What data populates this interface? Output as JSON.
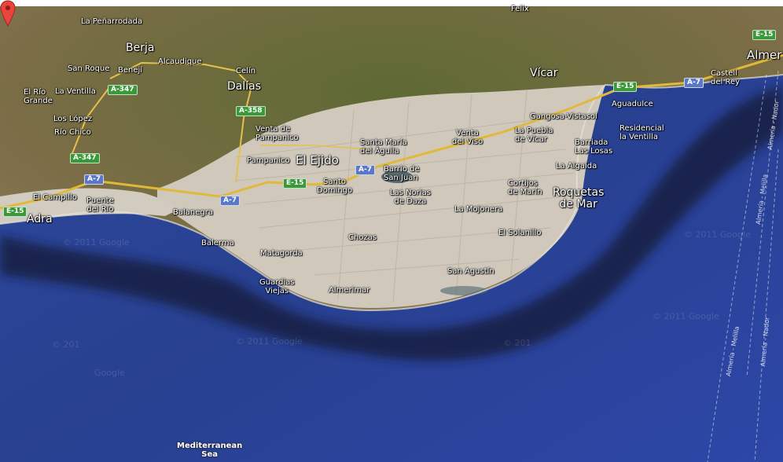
{
  "map": {
    "labels": {
      "felix": "Felix",
      "la_penarrodada": "La Peñarrodada",
      "berja": "Berja",
      "san_roque": "San Roque",
      "benejí": "Benejí",
      "alcaudique": "Alcaudique",
      "celin": "Celín",
      "dalias": "Dalías",
      "el_rio_grande": "El Río\nGrande",
      "la_ventilla": "La Ventilla",
      "los_lopez": "Los López",
      "rio_chico": "Río Chico",
      "venta_de_pampanico": "Venta de\nPampanico",
      "pampanico": "Pampanico",
      "el_ejido": "El Ejido",
      "santa_maria_del_aguila": "Santa María\ndel Águila",
      "venta_del_viso": "Venta\ndel Viso",
      "vicar": "Vícar",
      "gangosa_vistasol": "Gangosa-Vistasol",
      "aguadulce": "Aguadulce",
      "la_puebla_de_vicar": "La Puebla\nde Vícar",
      "residencial_la_ventilla": "Residencial\nla Ventilla",
      "barriada_las_losas": "Barriada\nLas Losas",
      "la_algaida": "La Algaida",
      "cortijos_de_marin": "Cortijos\nde Marín",
      "roquetas_de_mar": "Roquetas\nde Mar",
      "barrio_de_san_juan": "Barrio de\nSan Juan",
      "santo_domingo": "Santo\nDomingo",
      "las_norias_de_daza": "Las Norias\nde Daza",
      "la_mojonera": "La Mojonera",
      "el_solanillo": "El Solanillo",
      "el_campillo": "El Campillo",
      "puente_del_rio": "Puente\ndel Río",
      "adra": "Adra",
      "balanegra": "Balanegra",
      "balerma": "Balerma",
      "chozas": "Chozas",
      "matagorda": "Matagorda",
      "san_agustin": "San Agustín",
      "guardias_viejas": "Guardias\nViejas",
      "almerimar": "Almerimar",
      "castell_del_rey": "Castell\ndel Rey",
      "almeria_partial": "Almer",
      "mediterranean_sea": "Mediterranean\nSea"
    },
    "shields": {
      "e15_a": "E-15",
      "e15_b": "E-15",
      "e15_c": "E-15",
      "e15_d": "E-15",
      "a7_a": "A-7",
      "a7_b": "A-7",
      "a7_c": "A-7",
      "a7_d": "A-7",
      "a347_a": "A-347",
      "a347_b": "A-347",
      "a358": "A-358"
    },
    "ferry_routes": {
      "r1": "Almería - Nador",
      "r2": "Almería - Melilla",
      "r3": "Almería - Melilla",
      "r4": "Almería - Nador"
    },
    "watermarks": {
      "w1": "© 2011 Google",
      "w2": "© 2011 Google",
      "w3": "© 2011 Google",
      "w4": "© 201",
      "w5": "© 2011 Google",
      "w6": "Google",
      "w7": "© 201"
    },
    "marker": {
      "name": "location-marker",
      "color": "#e8453c"
    },
    "colors": {
      "sea": "#2b3f8f",
      "greenhouses": "#c9c2b6",
      "mountains": "#6f6a42",
      "highway": "#e0b93a",
      "shield_green": "#3a9a3a",
      "shield_blue": "#5a78c8"
    }
  }
}
